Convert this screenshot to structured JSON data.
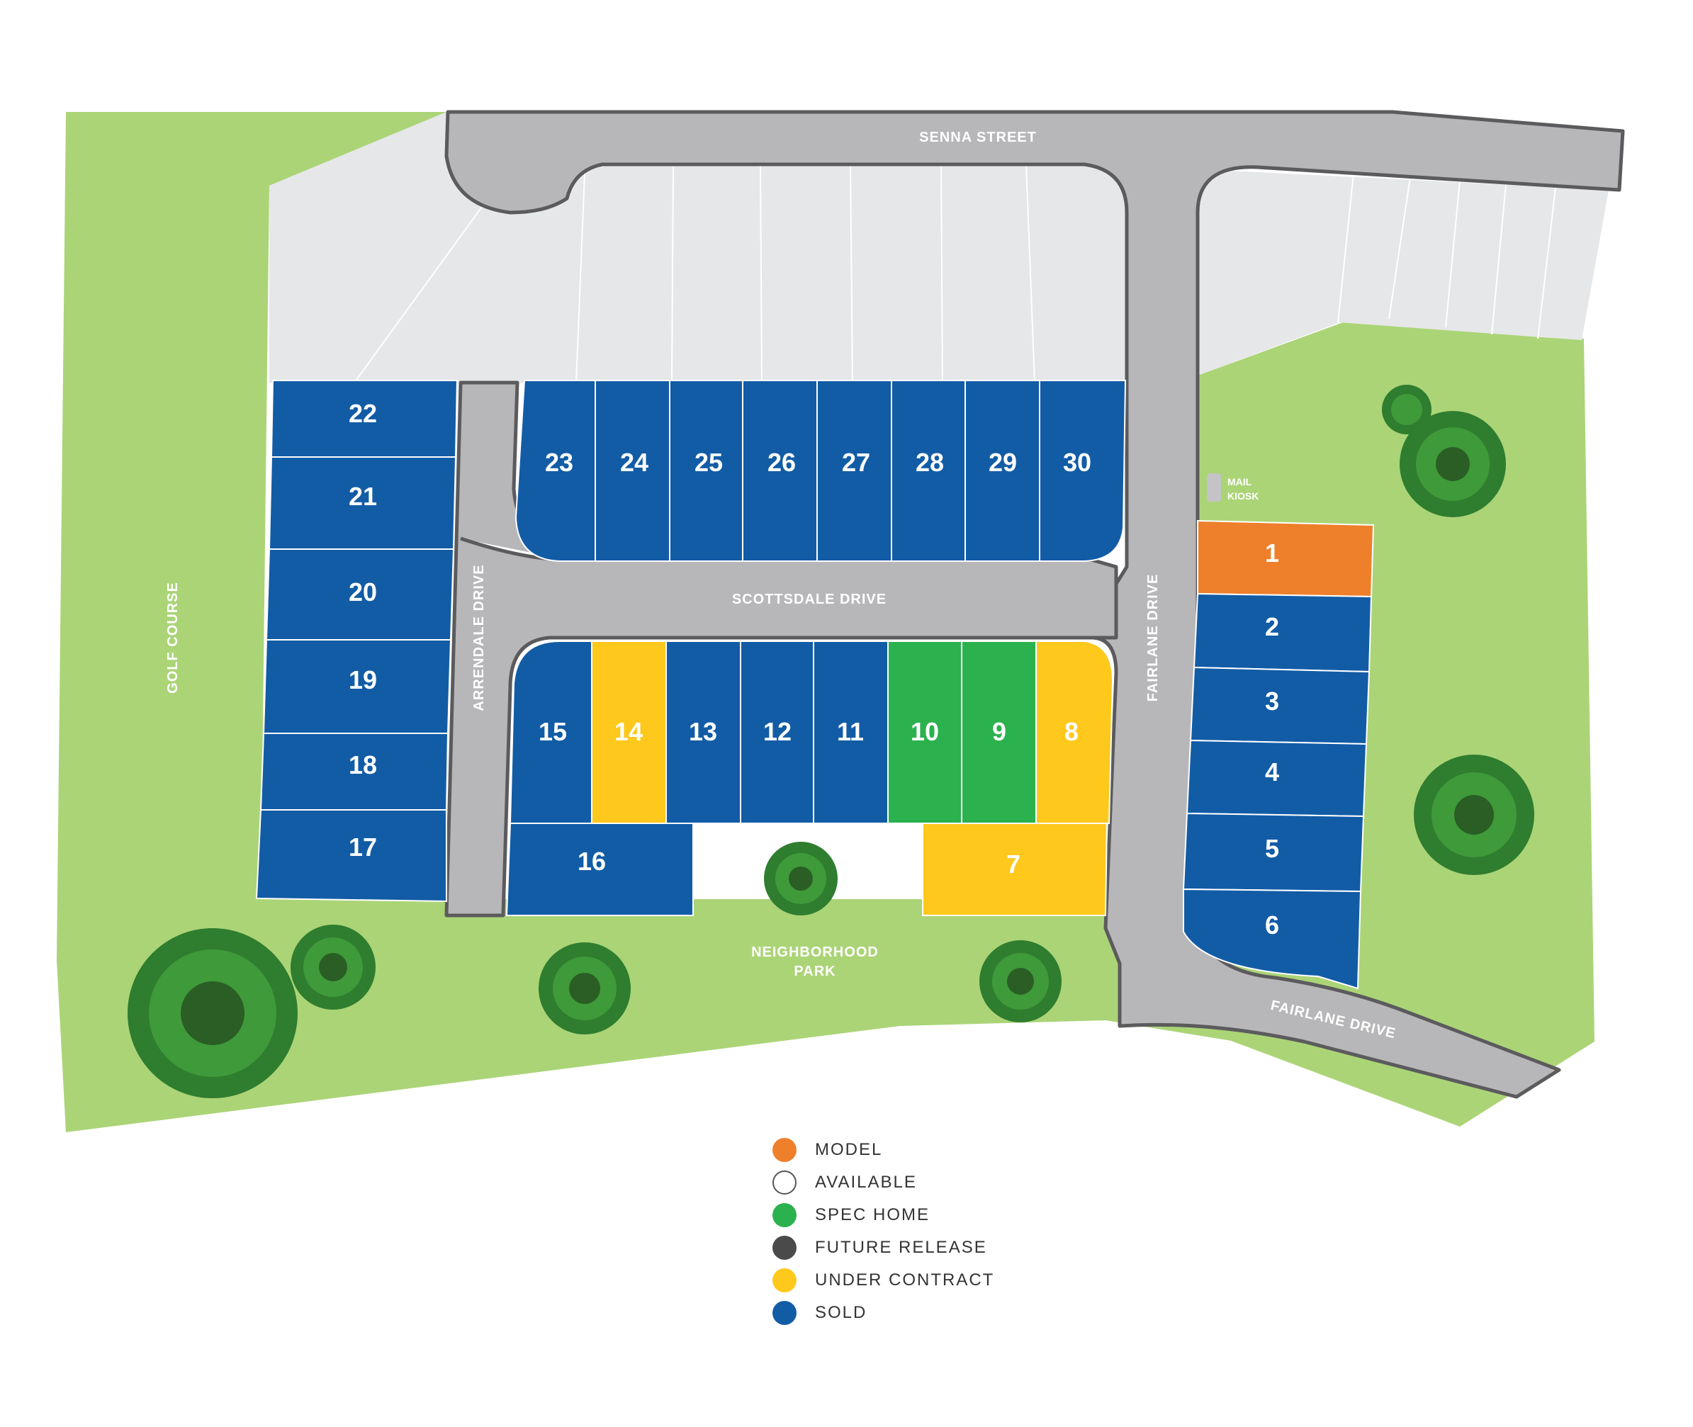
{
  "colors": {
    "model": "#ee7f2b",
    "available": "#ffffff",
    "spec_home": "#2bb14e",
    "future_release": "#4a4a4a",
    "under_contract": "#ffc81c",
    "sold": "#125ca6",
    "grass": "#abd477",
    "road": "#b7b7b9",
    "road_edge": "#5b5b5d",
    "undeveloped": "#e6e7e8"
  },
  "roads": {
    "senna": "SENNA STREET",
    "scottsdale": "SCOTTSDALE DRIVE",
    "arrendale": "ARRENDALE DRIVE",
    "fairlane_vertical": "FAIRLANE DRIVE",
    "fairlane_bottom": "FAIRLANE DRIVE"
  },
  "areas": {
    "golf_course": "GOLF COURSE",
    "park_line1": "NEIGHBORHOOD",
    "park_line2": "PARK",
    "mail_line1": "MAIL",
    "mail_line2": "KIOSK"
  },
  "lots": [
    {
      "id": "1",
      "status": "model"
    },
    {
      "id": "2",
      "status": "sold"
    },
    {
      "id": "3",
      "status": "sold"
    },
    {
      "id": "4",
      "status": "sold"
    },
    {
      "id": "5",
      "status": "sold"
    },
    {
      "id": "6",
      "status": "sold"
    },
    {
      "id": "7",
      "status": "under_contract"
    },
    {
      "id": "8",
      "status": "under_contract"
    },
    {
      "id": "9",
      "status": "spec_home"
    },
    {
      "id": "10",
      "status": "spec_home"
    },
    {
      "id": "11",
      "status": "sold"
    },
    {
      "id": "12",
      "status": "sold"
    },
    {
      "id": "13",
      "status": "sold"
    },
    {
      "id": "14",
      "status": "under_contract"
    },
    {
      "id": "15",
      "status": "sold"
    },
    {
      "id": "16",
      "status": "sold"
    },
    {
      "id": "17",
      "status": "sold"
    },
    {
      "id": "18",
      "status": "sold"
    },
    {
      "id": "19",
      "status": "sold"
    },
    {
      "id": "20",
      "status": "sold"
    },
    {
      "id": "21",
      "status": "sold"
    },
    {
      "id": "22",
      "status": "sold"
    },
    {
      "id": "23",
      "status": "sold"
    },
    {
      "id": "24",
      "status": "sold"
    },
    {
      "id": "25",
      "status": "sold"
    },
    {
      "id": "26",
      "status": "sold"
    },
    {
      "id": "27",
      "status": "sold"
    },
    {
      "id": "28",
      "status": "sold"
    },
    {
      "id": "29",
      "status": "sold"
    },
    {
      "id": "30",
      "status": "sold"
    }
  ],
  "legend": [
    {
      "key": "model",
      "label": "MODEL"
    },
    {
      "key": "available",
      "label": "AVAILABLE"
    },
    {
      "key": "spec_home",
      "label": "SPEC HOME"
    },
    {
      "key": "future_release",
      "label": "FUTURE RELEASE"
    },
    {
      "key": "under_contract",
      "label": "UNDER CONTRACT"
    },
    {
      "key": "sold",
      "label": "SOLD"
    }
  ]
}
